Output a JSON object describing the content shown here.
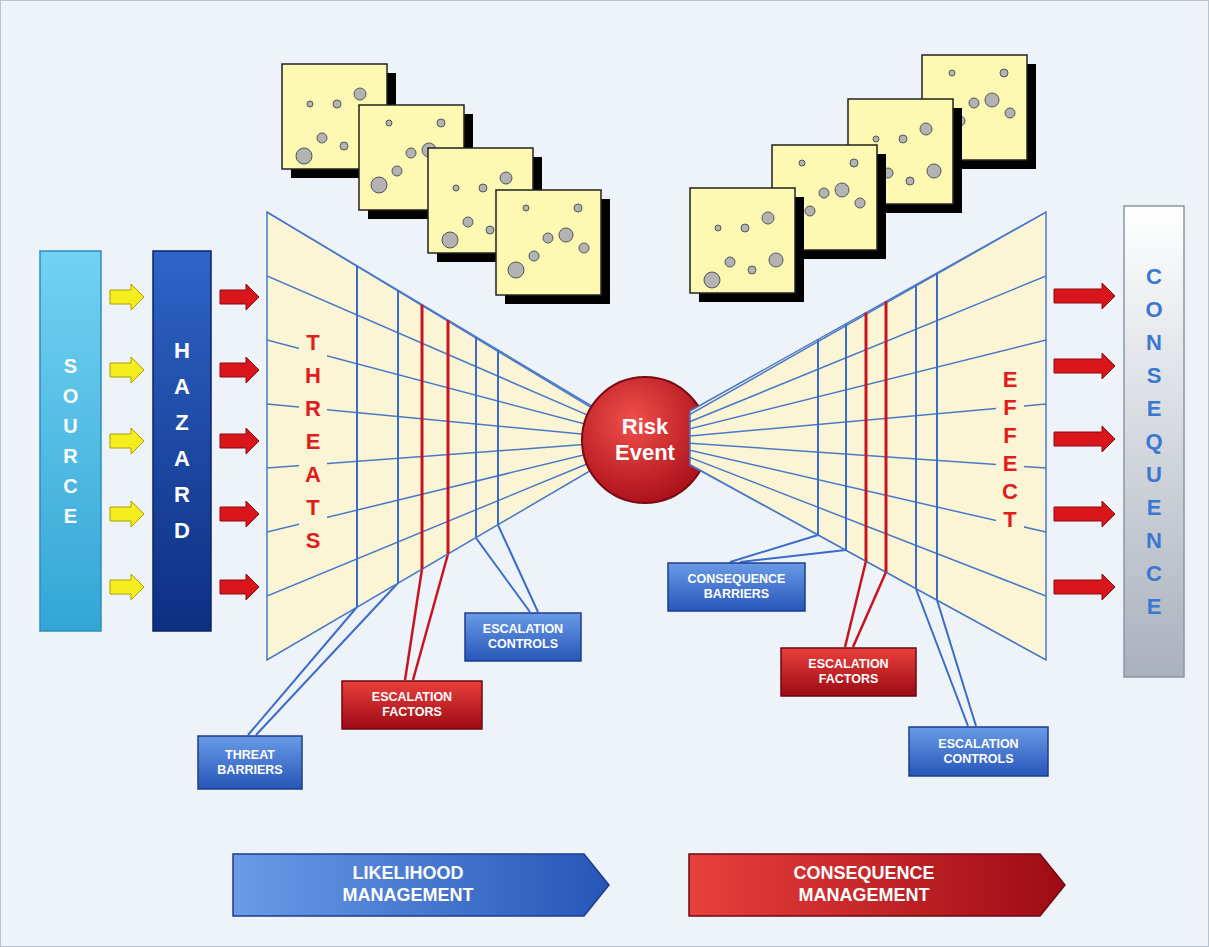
{
  "diagram": {
    "nodes": [
      {
        "text": [
          "SOURCE"
        ]
      },
      {
        "text": [
          "HAZARD"
        ]
      },
      {
        "text": [
          "THREATS"
        ]
      },
      {
        "text": [
          "Risk Event"
        ]
      },
      {
        "text": [
          "EFFECT"
        ]
      },
      {
        "text": [
          "CONSEQUENCE"
        ]
      },
      {
        "text": [
          "THREAT BARRIERS"
        ]
      },
      {
        "text": [
          "ESCALATION FACTORS"
        ]
      },
      {
        "text": [
          "ESCALATION CONTROLS"
        ]
      },
      {
        "text": [
          "CONSEQUENCE BARRIERS"
        ]
      },
      {
        "text": [
          "ESCALATION FACTORS"
        ]
      },
      {
        "text": [
          "ESCALATION CONTROLS"
        ]
      },
      {
        "text": [
          "LIKELIHOOD MANAGEMENT"
        ]
      },
      {
        "text": [
          "CONSEQUENCE MANAGEMENT"
        ]
      }
    ],
    "edges": [
      {
        "from": 0,
        "to": 1,
        "arrow": "to"
      },
      {
        "from": 0,
        "to": 1,
        "arrow": "to"
      },
      {
        "from": 0,
        "to": 1,
        "arrow": "to"
      },
      {
        "from": 0,
        "to": 1,
        "arrow": "to"
      },
      {
        "from": 0,
        "to": 1,
        "arrow": "to"
      },
      {
        "from": 1,
        "to": 2,
        "arrow": "to"
      },
      {
        "from": 1,
        "to": 2,
        "arrow": "to"
      },
      {
        "from": 1,
        "to": 2,
        "arrow": "to"
      },
      {
        "from": 1,
        "to": 2,
        "arrow": "to"
      },
      {
        "from": 1,
        "to": 2,
        "arrow": "to"
      },
      {
        "from": 4,
        "to": 5,
        "arrow": "to"
      },
      {
        "from": 4,
        "to": 5,
        "arrow": "to"
      },
      {
        "from": 4,
        "to": 5,
        "arrow": "to"
      },
      {
        "from": 4,
        "to": 5,
        "arrow": "to"
      },
      {
        "from": 4,
        "to": 5,
        "arrow": "to"
      }
    ]
  }
}
